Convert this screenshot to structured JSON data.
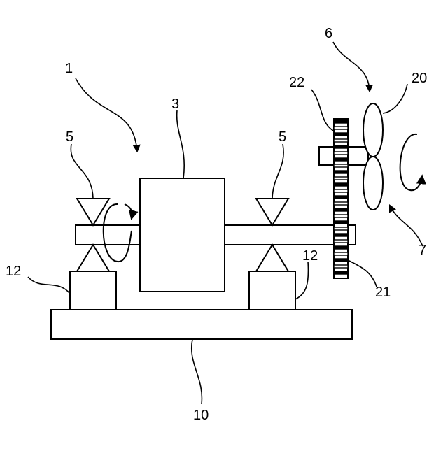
{
  "labels": {
    "device": "1",
    "body": "3",
    "bearing_left": "5",
    "bearing_right": "5",
    "assembly": "6",
    "rotation_direction": "7",
    "base": "10",
    "support_left": "12",
    "support_right": "12",
    "fan": "20",
    "gear": "21",
    "gear_teeth": "22"
  },
  "colors": {
    "stroke": "#000000",
    "background": "#ffffff"
  }
}
